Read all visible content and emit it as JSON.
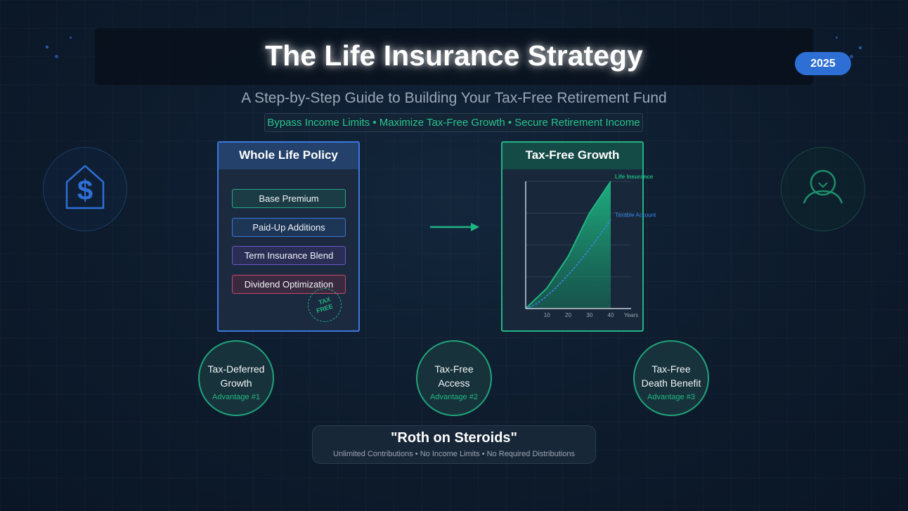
{
  "header": {
    "title": "The Life Insurance Strategy",
    "year": "2025",
    "subtitle": "A Step-by-Step Guide to Building Your Tax-Free Retirement Fund",
    "tagline": "Bypass Income Limits • Maximize Tax-Free Growth • Secure Retirement Income"
  },
  "icons": {
    "left": "house-dollar-icon",
    "right": "user-icon",
    "arrow": "arrow-right-icon"
  },
  "whole_life": {
    "title": "Whole Life Policy",
    "items": [
      {
        "label": "Base Premium",
        "color": "#25a98a"
      },
      {
        "label": "Paid-Up Additions",
        "color": "#3a78d8"
      },
      {
        "label": "Term Insurance Blend",
        "color": "#6d57c9"
      },
      {
        "label": "Dividend Optimization",
        "color": "#c8456c"
      }
    ],
    "stamp": {
      "line1": "TAX",
      "line2": "FREE"
    }
  },
  "growth": {
    "title": "Tax-Free Growth",
    "chart_data": {
      "type": "area",
      "x": [
        0,
        10,
        20,
        30,
        40
      ],
      "xticks": [
        "10",
        "20",
        "30",
        "40"
      ],
      "xlabel": "Years",
      "series": [
        {
          "name": "Life Insurance",
          "values": [
            0,
            1.6,
            4.1,
            7.5,
            10.0
          ],
          "color": "#1fb582"
        },
        {
          "name": "Taxable Account",
          "values": [
            0,
            1.1,
            2.7,
            4.8,
            7.0
          ],
          "color": "#3a86e8"
        }
      ],
      "ylim": [
        0,
        10
      ],
      "grid": true
    }
  },
  "advantages": [
    {
      "line1": "Tax-Deferred",
      "line2": "Growth",
      "sub": "Advantage #1"
    },
    {
      "line1": "Tax-Free",
      "line2": "Access",
      "sub": "Advantage #2"
    },
    {
      "line1": "Tax-Free",
      "line2": "Death Benefit",
      "sub": "Advantage #3"
    }
  ],
  "bottom": {
    "title": "\"Roth on Steroids\"",
    "subtitle": "Unlimited Contributions • No Income Limits • No Required Distributions"
  }
}
